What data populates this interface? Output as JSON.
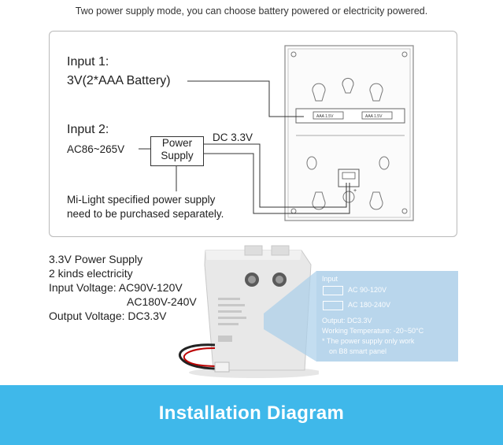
{
  "caption": "Two power supply mode, you can choose battery powered or electricity powered.",
  "diagram": {
    "input1_label": "Input 1:",
    "input1_value": "3V(2*AAA Battery)",
    "input2_label": "Input 2:",
    "input2_value": "AC86~265V",
    "psu_line1": "Power",
    "psu_line2": "Supply",
    "dc_label": "DC 3.3V",
    "note_line1": "Mi-Light specified power supply",
    "note_line2": "need to be purchased separately.",
    "battery_label": "AAA 1.5V"
  },
  "specs": {
    "line1": "3.3V Power Supply",
    "line2": "2 kinds electricity",
    "line3": "Input Voltage: AC90V-120V",
    "line4": "AC180V-240V",
    "line5": "Output Voltage: DC3.3V"
  },
  "zoom": {
    "input_label": "Input",
    "option1": "AC 90-120V",
    "option2": "AC 180-240V",
    "output": "Output: DC3.3V",
    "temp": "Working Temperature: -20~50°C",
    "note1": "* The power supply only work",
    "note2": "on B8 smart panel"
  },
  "footer": {
    "title": "Installation Diagram"
  },
  "colors": {
    "banner": "#3fb8ea",
    "zoom_panel": "#b9d6ec"
  }
}
